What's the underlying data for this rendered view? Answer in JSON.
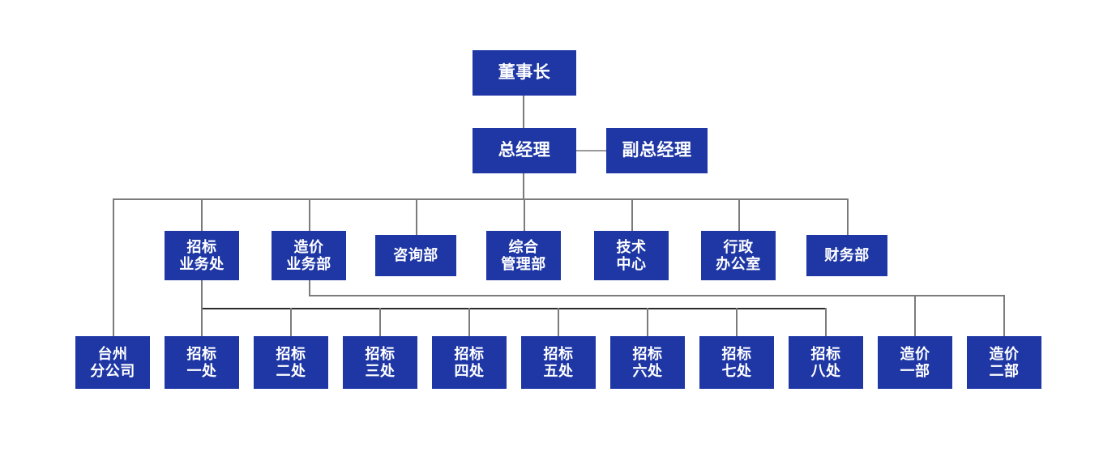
{
  "chart": {
    "title_visible": false,
    "accent_color": "#1f37a5",
    "line_color": "#7b7b7b",
    "text_color": "#ffffff",
    "background": "#ffffff"
  },
  "nodes": {
    "chairman": {
      "lines": [
        "董事长"
      ]
    },
    "general_manager": {
      "lines": [
        "总经理"
      ]
    },
    "deputy_general_manager": {
      "lines": [
        "副总经理"
      ]
    },
    "dept_1": {
      "lines": [
        "招标",
        "业务处"
      ]
    },
    "dept_2": {
      "lines": [
        "造价",
        "业务部"
      ]
    },
    "dept_3": {
      "lines": [
        "咨询部"
      ]
    },
    "dept_4": {
      "lines": [
        "综合",
        "管理部"
      ]
    },
    "dept_5": {
      "lines": [
        "技术",
        "中心"
      ]
    },
    "dept_6": {
      "lines": [
        "行政",
        "办公室"
      ]
    },
    "dept_7": {
      "lines": [
        "财务部"
      ]
    },
    "unit_1": {
      "lines": [
        "台州",
        "分公司"
      ]
    },
    "unit_2": {
      "lines": [
        "招标",
        "一处"
      ]
    },
    "unit_3": {
      "lines": [
        "招标",
        "二处"
      ]
    },
    "unit_4": {
      "lines": [
        "招标",
        "三处"
      ]
    },
    "unit_5": {
      "lines": [
        "招标",
        "四处"
      ]
    },
    "unit_6": {
      "lines": [
        "招标",
        "五处"
      ]
    },
    "unit_7": {
      "lines": [
        "招标",
        "六处"
      ]
    },
    "unit_8": {
      "lines": [
        "招标",
        "七处"
      ]
    },
    "unit_9": {
      "lines": [
        "招标",
        "八处"
      ]
    },
    "unit_10": {
      "lines": [
        "造价",
        "一部"
      ]
    },
    "unit_11": {
      "lines": [
        "造价",
        "二部"
      ]
    }
  }
}
